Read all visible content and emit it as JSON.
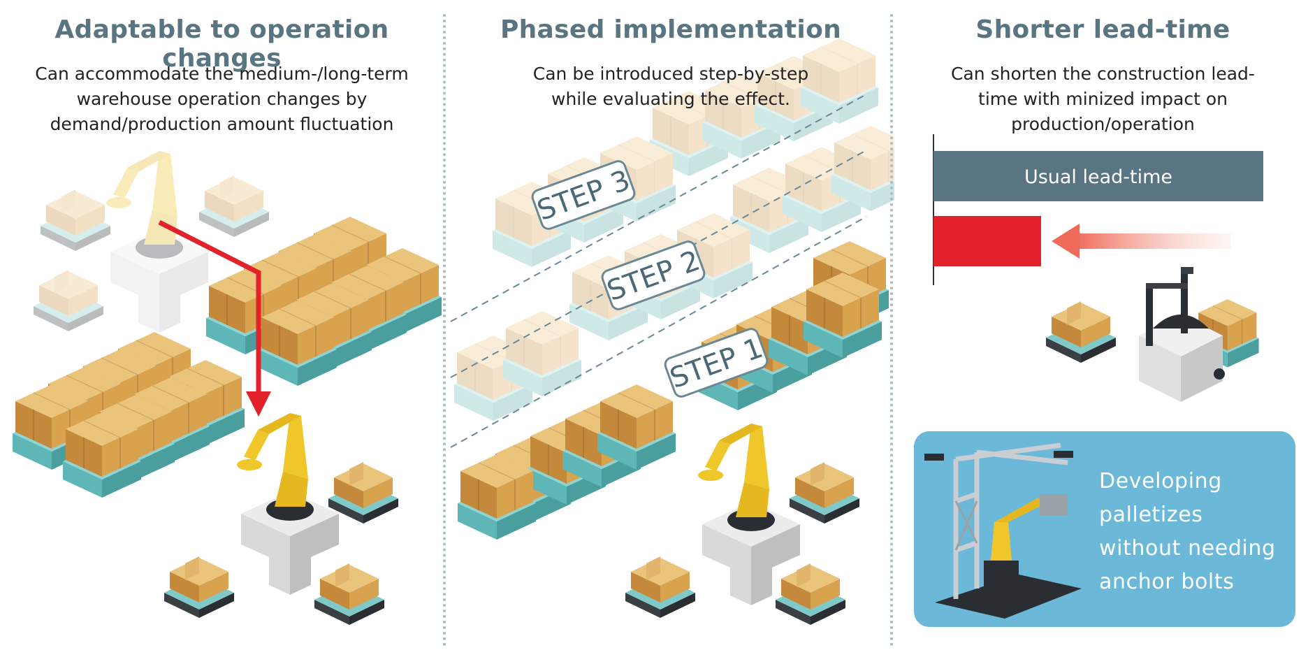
{
  "panels": [
    {
      "title": "Adaptable to operation changes",
      "description": "Can accommodate the medium-/long-term warehouse  operation changes by demand/production amount fluctuation"
    },
    {
      "title": "Phased implementation",
      "description": "Can be introduced step-by-step while evaluating the effect.",
      "steps": [
        "STEP 1",
        "STEP 2",
        "STEP 3"
      ]
    },
    {
      "title": "Shorter lead-time",
      "description": "Can shorten the construction lead-time with minized impact on production/operation",
      "bar_label": "Usual lead-time",
      "info_box_text": "Developing palletizes without needing anchor bolts"
    }
  ],
  "colors": {
    "title": "#5a7582",
    "usual_bar": "#5a7582",
    "short_bar": "#e2212b",
    "info_box": "#6cb8d9",
    "box": "#d9a85a",
    "pallet": "#7fc9c9",
    "robot": "#f0c72a"
  }
}
